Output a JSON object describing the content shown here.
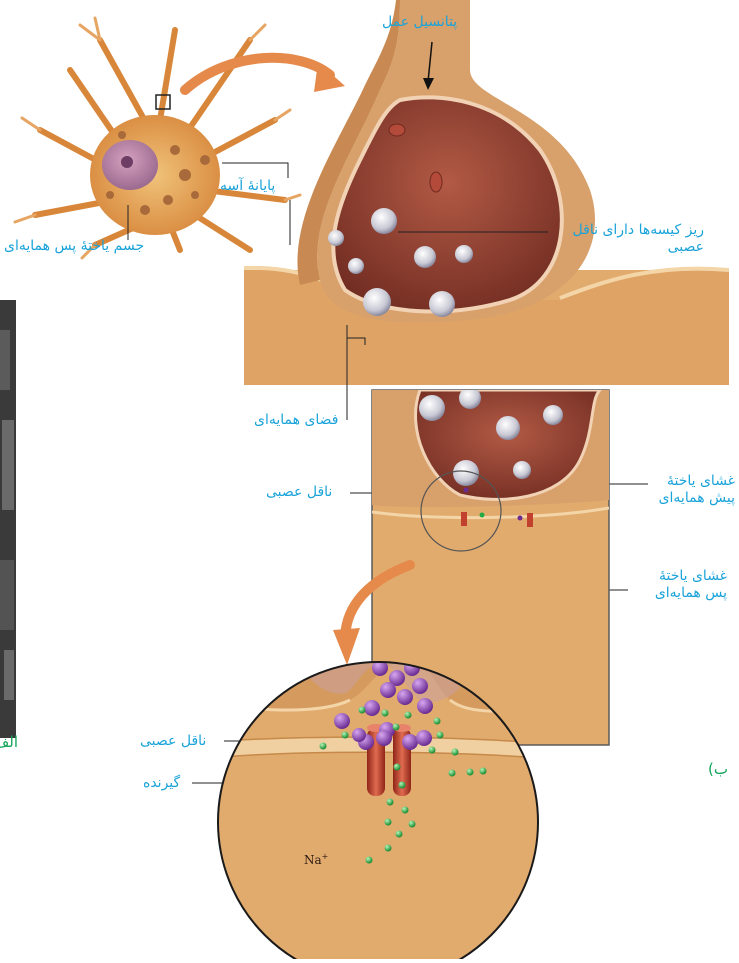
{
  "labels": {
    "action_potential": "پتانسیل عمل",
    "axon_terminal": "پایانهٔ آسه",
    "postsynaptic_cell_body": "جسم یاختهٔ پس همایه‌ای",
    "vesicles_line1": "ریز کیسه‌ها دارای ناقل",
    "vesicles_line2": "عصبی",
    "synaptic_cleft": "فضای همایه‌ای",
    "neurotransmitter_mid": "ناقل عصبی",
    "presynaptic_membrane_line1": "غشای یاختهٔ",
    "presynaptic_membrane_line2": "پیش همایه‌ای",
    "postsynaptic_membrane_line1": "غشای یاختهٔ",
    "postsynaptic_membrane_line2": "پس همایه‌ای",
    "neurotransmitter_bottom": "ناقل عصبی",
    "receptor": "گیرنده",
    "sodium": "Na",
    "sodium_charge": "+"
  },
  "panel_labels": {
    "left_cut": "الف",
    "right": "ب)"
  },
  "colors": {
    "label_blue": "#1aa3d9",
    "panel_green": "#12a55a",
    "tissue": "#e2ab6e",
    "terminal_wall": "#d8a06a",
    "interior": "#8a4030",
    "vesicle": "#d9d9e0",
    "neurotransmitter": "#8e44ad",
    "sodium_ion": "#22aa44",
    "receptor": "#c2402e",
    "arrow": "#e58a4a"
  }
}
